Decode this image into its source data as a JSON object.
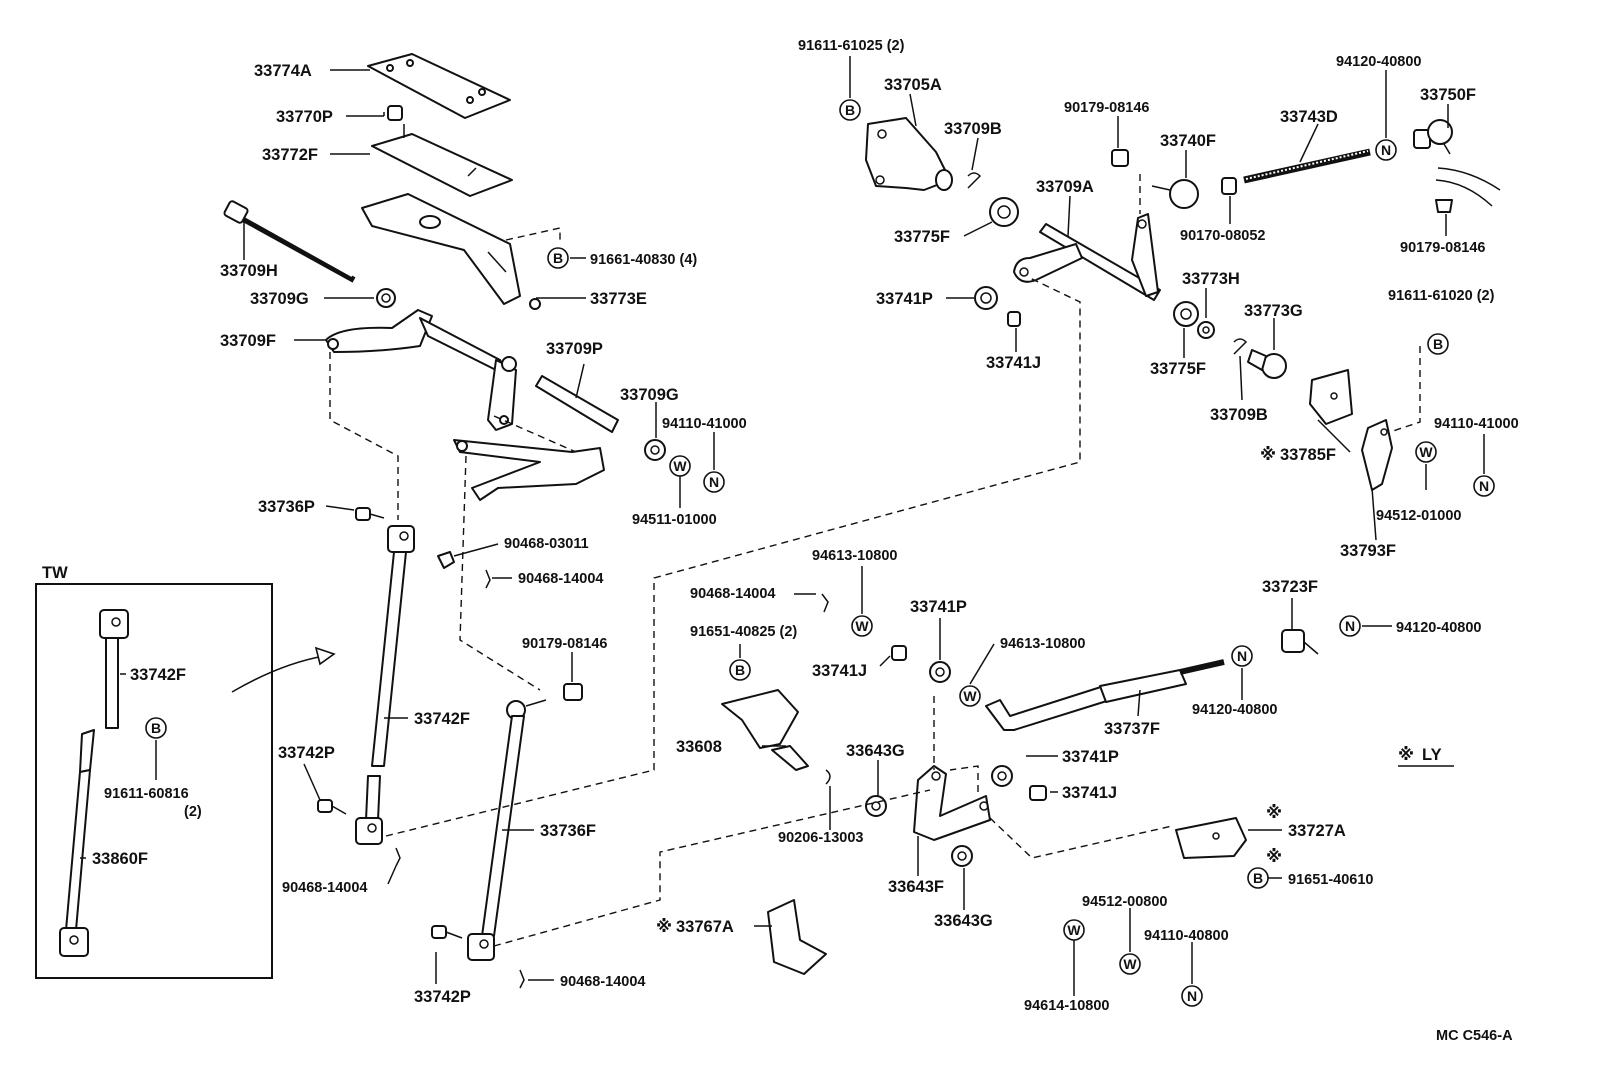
{
  "labels": {
    "p33774A": "33774A",
    "p33770P": "33770P",
    "p33772F": "33772F",
    "p33709H": "33709H",
    "p91661": "91661-40830 (4)",
    "p33709G_a": "33709G",
    "p33773E": "33773E",
    "p33709F": "33709F",
    "p33709P": "33709P",
    "p33709G_b": "33709G",
    "p94110_a": "94110-41000",
    "p94511": "94511-01000",
    "p33736P": "33736P",
    "p90468_a": "90468-03011",
    "p90468_b": "90468-14004",
    "p90179_a": "90179-08146",
    "p33742F_main": "33742F",
    "p33742P_a": "33742P",
    "p90468_c": "90468-14004",
    "p33736F": "33736F",
    "p33742P_b": "33742P",
    "p90468_d": "90468-14004",
    "tw": "TW",
    "p33742F_tw": "33742F",
    "p91611_tw": "91611-60816",
    "p91611_tw_q": "(2)",
    "p33860F": "33860F",
    "p91611_a": "91611-61025 (2)",
    "p33705A": "33705A",
    "p33709B_a": "33709B",
    "p90179_b": "90179-08146",
    "p33740F": "33740F",
    "p33743D": "33743D",
    "p94120_a": "94120-40800",
    "p33750F": "33750F",
    "p33709A": "33709A",
    "p33775F_a": "33775F",
    "p90170": "90170-08052",
    "p90179_c": "90179-08146",
    "p33741P_a": "33741P",
    "p33773H": "33773H",
    "p91611_b": "91611-61020 (2)",
    "p33741J_a": "33741J",
    "p33775F_b": "33775F",
    "p33773G": "33773G",
    "p33709B_b": "33709B",
    "p33785F": "33785F",
    "p94110_b": "94110-41000",
    "p94512_a": "94512-01000",
    "p33793F": "33793F",
    "p94613_a": "94613-10800",
    "p90468_e": "90468-14004",
    "p91651_a": "91651-40825 (2)",
    "p33741P_b": "33741P",
    "p33741J_b": "33741J",
    "p94613_b": "94613-10800",
    "p33723F": "33723F",
    "p94120_b": "94120-40800",
    "p33737F": "33737F",
    "p94120_c": "94120-40800",
    "p33608": "33608",
    "p33643G_a": "33643G",
    "p33741P_c": "33741P",
    "p33741J_c": "33741J",
    "ly": "LY",
    "p90206": "90206-13003",
    "p33643F": "33643F",
    "p33643G_b": "33643G",
    "p33727A": "33727A",
    "p91651_b": "91651-40610",
    "p33767A": "33767A",
    "p94512_b": "94512-00800",
    "p94110_c": "94110-40800",
    "p94614": "94614-10800",
    "code": "MC  C546-A"
  },
  "symbols": {
    "bolt": "B",
    "washer": "W",
    "nut": "N",
    "note": "※"
  },
  "colors": {
    "ink": "#111111",
    "paper": "#ffffff"
  }
}
